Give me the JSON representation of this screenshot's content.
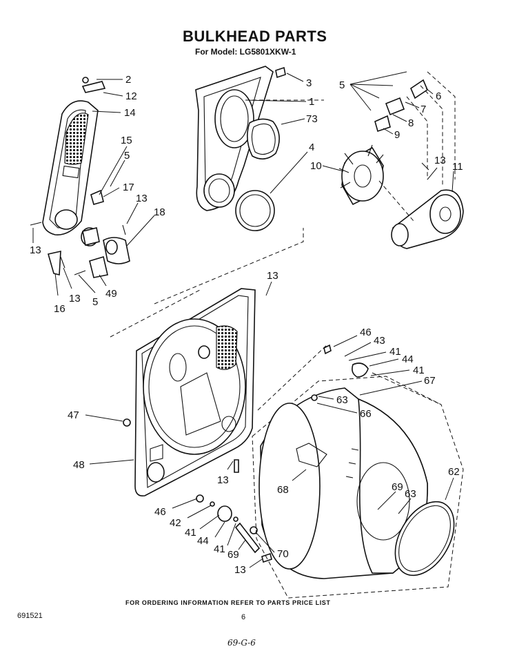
{
  "header": {
    "title": "BULKHEAD PARTS",
    "model": "For Model: LG5801XKW-1"
  },
  "footer": {
    "ordering_note": "FOR ORDERING INFORMATION REFER TO PARTS PRICE LIST",
    "doc_number": "691521",
    "page_number": "6",
    "handwritten_note": "69-G-6"
  },
  "callouts": [
    "2",
    "12",
    "14",
    "15",
    "5",
    "17",
    "13",
    "18",
    "13",
    "16",
    "13",
    "5",
    "49",
    "3",
    "1",
    "73",
    "4",
    "5",
    "6",
    "7",
    "8",
    "9",
    "10",
    "13",
    "11",
    "13",
    "46",
    "43",
    "41",
    "44",
    "41",
    "67",
    "63",
    "66",
    "47",
    "48",
    "13",
    "68",
    "62",
    "69",
    "63",
    "46",
    "42",
    "41",
    "44",
    "41",
    "69",
    "70",
    "13"
  ]
}
